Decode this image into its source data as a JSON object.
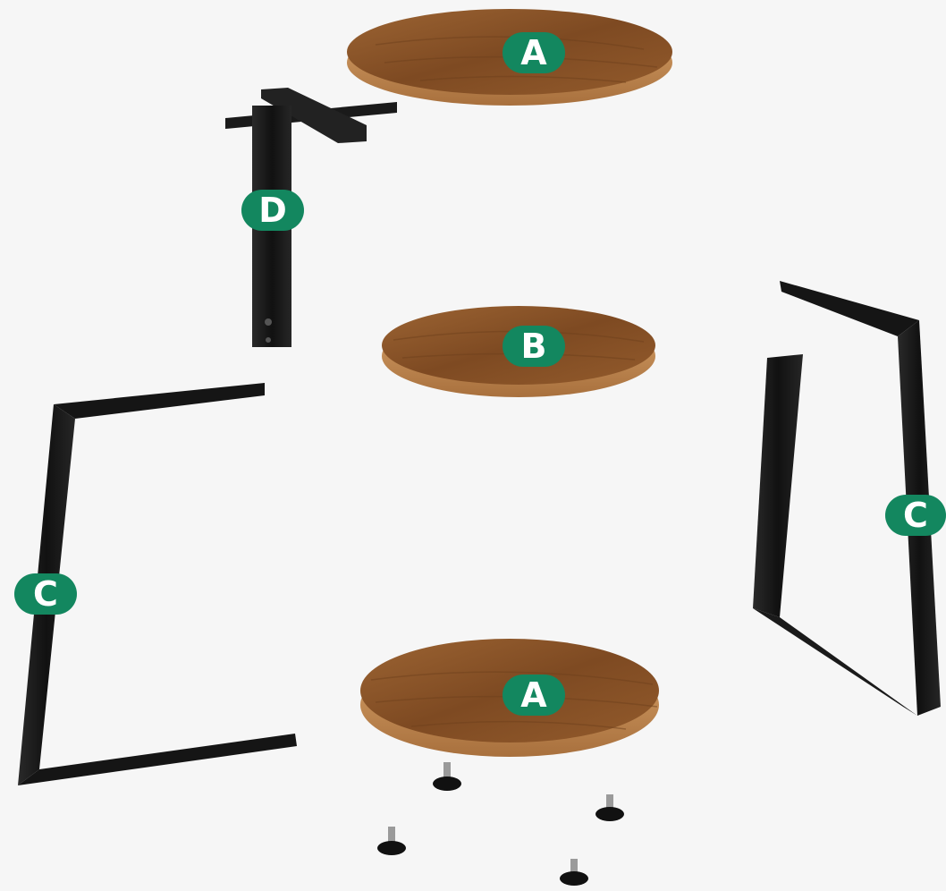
{
  "colors": {
    "background": "#f6f6f6",
    "badge": "#13875f",
    "badge_text": "#ffffff",
    "wood_top": "#8a5428",
    "wood_edge": "#c28a52",
    "metal": "#1c1c1c"
  },
  "labels": {
    "top_board": "A",
    "middle_board": "B",
    "bottom_board": "A",
    "upright_post": "D",
    "left_frame": "C",
    "right_frame": "C"
  },
  "hardware": {
    "leveling_feet_count": 4
  }
}
